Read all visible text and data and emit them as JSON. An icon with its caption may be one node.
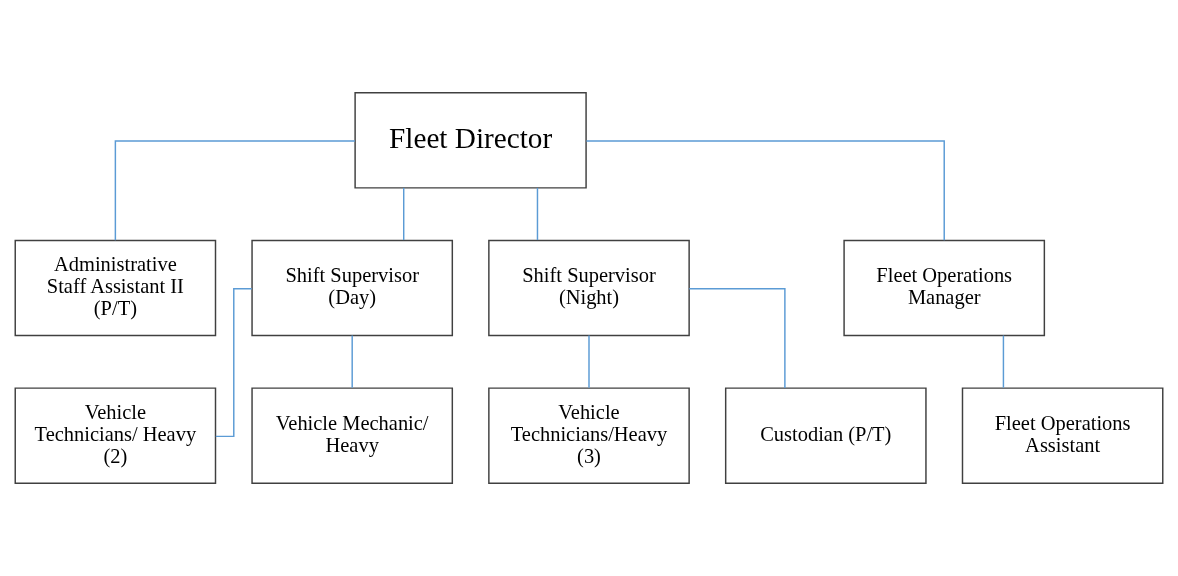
{
  "diagram": {
    "nodes": [
      {
        "text": [
          "Fleet Director"
        ]
      },
      {
        "text": [
          "Administrative Staff Assistant II (P/T)"
        ]
      },
      {
        "text": [
          "Shift Supervisor (Day)"
        ]
      },
      {
        "text": [
          "Shift Supervisor (Night)"
        ]
      },
      {
        "text": [
          "Fleet Operations Manager"
        ]
      },
      {
        "text": [
          "Vehicle Technicians/ Heavy (2)"
        ]
      },
      {
        "text": [
          "Vehicle Mechanic/ Heavy"
        ]
      },
      {
        "text": [
          "Vehicle Technicians/Heavy (3)"
        ]
      },
      {
        "text": [
          "Custodian (P/T)"
        ]
      },
      {
        "text": [
          "Fleet Operations Assistant"
        ]
      }
    ],
    "edges": [
      {
        "from": 0,
        "to": 1,
        "arrow": "none",
        "color": "#5b9bd5"
      },
      {
        "from": 0,
        "to": 2,
        "arrow": "none",
        "color": "#5b9bd5"
      },
      {
        "from": 0,
        "to": 3,
        "arrow": "none",
        "color": "#5b9bd5"
      },
      {
        "from": 0,
        "to": 4,
        "arrow": "none",
        "color": "#5b9bd5"
      },
      {
        "from": 2,
        "to": 5,
        "arrow": "none",
        "color": "#5b9bd5"
      },
      {
        "from": 2,
        "to": 6,
        "arrow": "none",
        "color": "#5b9bd5"
      },
      {
        "from": 3,
        "to": 7,
        "arrow": "none",
        "color": "#5b9bd5"
      },
      {
        "from": 3,
        "to": 8,
        "arrow": "none",
        "color": "#5b9bd5"
      },
      {
        "from": 4,
        "to": 9,
        "arrow": "none",
        "color": "#5b9bd5"
      }
    ]
  }
}
